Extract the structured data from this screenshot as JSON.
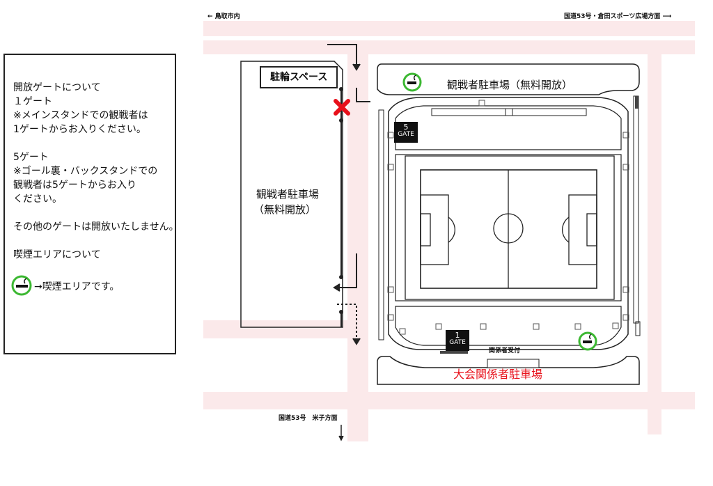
{
  "roads": {
    "to_tottori": "← 鳥取市内",
    "to_kurayoshi": "国道53号・倉田スポーツ広場方面 ⟶",
    "to_yonago": "国道53号　米子方面"
  },
  "legend": {
    "lines": [
      "開放ゲートについて",
      "１ゲート",
      "※メインスタンドでの観戦者は",
      "1ゲートからお入りください。",
      "5ゲート",
      "※ゴール裏・バックスタンドでの",
      "観戦者は5ゲートからお入り",
      "ください。",
      "その他のゲートは開放いたしません。",
      "喫煙エリアについて"
    ],
    "smoking_note": "→喫煙エリアです。"
  },
  "map": {
    "bicycle_space": "駐輪スペース",
    "west_parking_line1": "観戦者駐車場",
    "west_parking_line2": "（無料開放）",
    "north_parking": "観戦者駐車場（無料開放）",
    "gate5_number": "5",
    "gate5_label": "GATE",
    "gate1_number": "1",
    "gate1_label": "GATE",
    "staff_reception": "関係者受付",
    "staff_parking": "大会関係者駐車場"
  },
  "colors": {
    "road": "#fbe9ea",
    "closed_marker": "#e8101a",
    "smoking_ring": "#3cb832",
    "staff_parking_text": "#e8101a"
  },
  "icons": {
    "closed": "red-x-icon",
    "smoking": "smoking-area-icon"
  }
}
